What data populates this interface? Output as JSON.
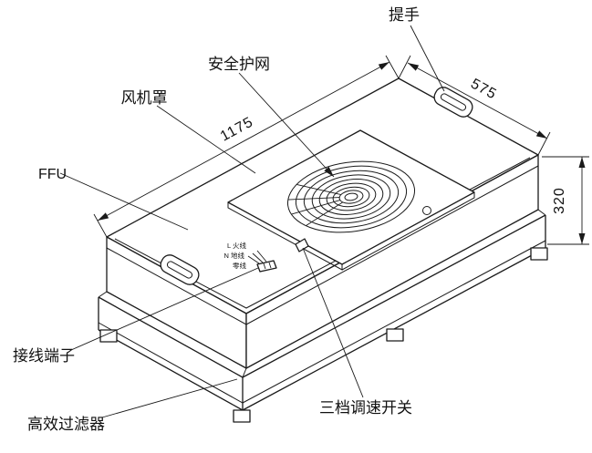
{
  "title": "FFU fan filter unit technical diagram",
  "labels": {
    "handle": "提手",
    "safety_net": "安全护网",
    "fan_cover": "风机罩",
    "ffu": "FFU",
    "terminal": "接线端子",
    "hepa": "高效过滤器",
    "speed_switch": "三档调速开关"
  },
  "dimensions": {
    "length": "1175",
    "width": "575",
    "height": "320"
  },
  "wiring": {
    "line1": "L 火线",
    "line2": "N 地线",
    "line3": "零线"
  },
  "colors": {
    "line": "#1a1a1a",
    "background": "#ffffff"
  }
}
